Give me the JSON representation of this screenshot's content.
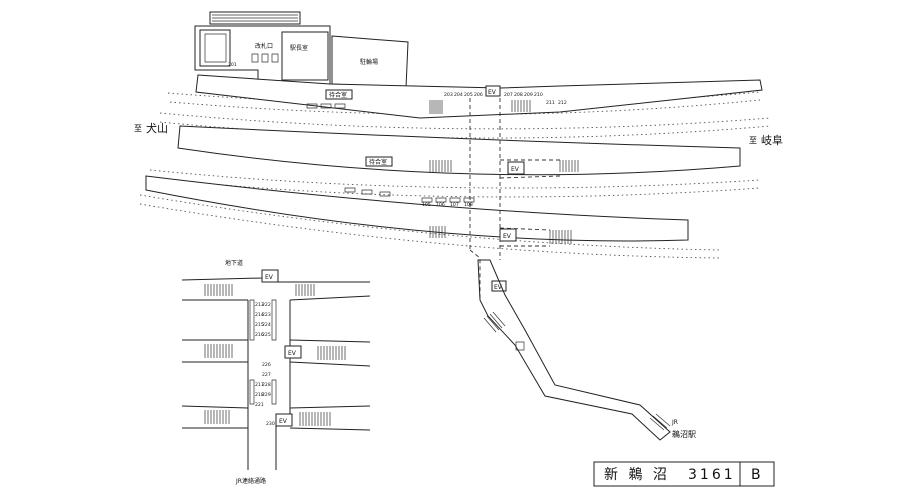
{
  "facilities": {
    "ticket_gate": "改札口",
    "station_master": "駅長室",
    "bicycle_parking": "駐輪場",
    "waiting_room": "待合室",
    "elevator": "EV",
    "gate_number": "201"
  },
  "directions": {
    "west_prefix": "至",
    "west": "犬山",
    "east_prefix": "至",
    "east": "岐阜"
  },
  "stair_numbers": {
    "top_row": [
      "203",
      "204",
      "205",
      "206",
      "207",
      "208",
      "209",
      "210"
    ],
    "top_row_2": [
      "211",
      "212"
    ],
    "bottom_row": [
      "105",
      "106",
      "107",
      "108"
    ]
  },
  "connection": {
    "jr_prefix": "JR",
    "jr_station": "鵜沼駅"
  },
  "inset": {
    "title": "地下道",
    "elevator": "EV",
    "exit_label": "JR連絡通路",
    "left_numbers": [
      "213",
      "214",
      "215",
      "216",
      "217",
      "218",
      "221"
    ],
    "right_numbers": [
      "222",
      "223",
      "224",
      "225",
      "226",
      "227",
      "228",
      "229",
      "230"
    ]
  },
  "title_block": {
    "station": "新 鵜 沼",
    "code": "3161",
    "sheet": "B"
  }
}
